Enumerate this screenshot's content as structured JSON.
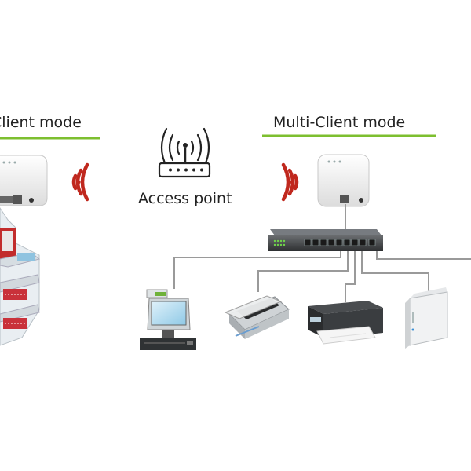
{
  "left_section": {
    "title": "Client mode"
  },
  "center": {
    "access_point_label": "Access point"
  },
  "right_section": {
    "title": "Multi-Client mode"
  },
  "colors": {
    "underline": "#7dbf2f",
    "signal": "#c0281e",
    "cable": "#9a9a9a",
    "device_white": "#f4f4f4",
    "switch_body": "#3a3d40"
  },
  "icons": [
    "wireless-signal-icon",
    "access-point-icon",
    "print-server-icon",
    "network-switch-icon",
    "pos-terminal-icon",
    "scanner-icon",
    "printer-icon",
    "nas-drive-icon",
    "industrial-machine-icon"
  ]
}
